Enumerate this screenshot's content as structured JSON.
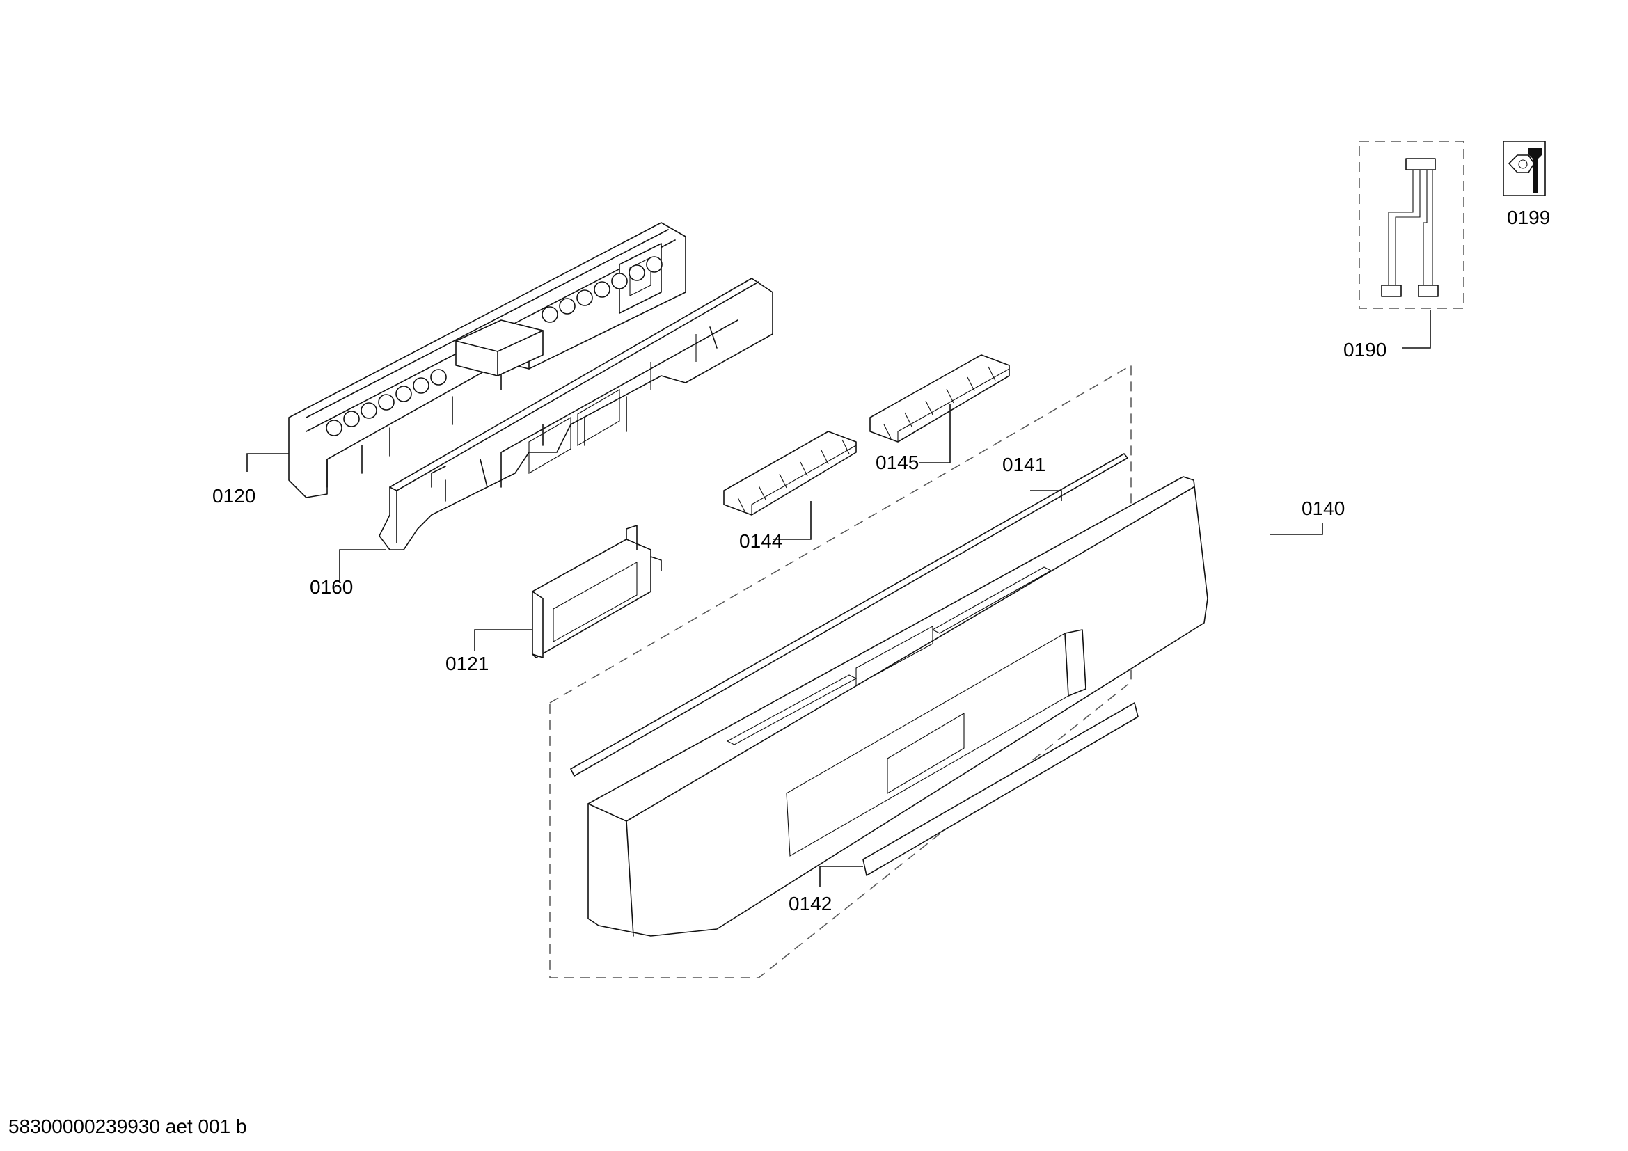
{
  "labels": {
    "p0120": "0120",
    "p0121": "0121",
    "p0140": "0140",
    "p0141": "0141",
    "p0142": "0142",
    "p0144": "0144",
    "p0145": "0145",
    "p0160": "0160",
    "p0190": "0190",
    "p0199": "0199"
  },
  "footer": {
    "document_id": "58300000239930 aet 001 b"
  },
  "icons": {
    "service_tool": "nut-and-wrench-icon"
  }
}
